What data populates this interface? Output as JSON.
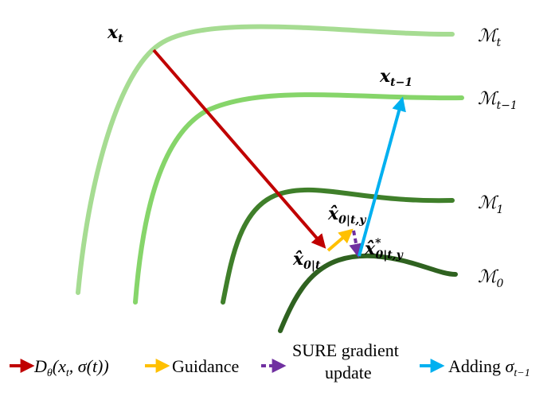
{
  "colors": {
    "manifold_t": "#a6dc92",
    "manifold_t1": "#86d56a",
    "manifold_1": "#3f7f2a",
    "manifold_0": "#2f6220",
    "denoiser_arrow": "#c00000",
    "guidance_arrow": "#ffc000",
    "sure_arrow": "#7030a0",
    "noise_arrow": "#00b0f0"
  },
  "points": {
    "x_t": {
      "base": "x",
      "sub": "t"
    },
    "x_t_minus_1": {
      "base": "x",
      "sub": "t−1"
    },
    "x0_hat": {
      "base": "x̂",
      "sub": "0|t"
    },
    "x0_hat_y": {
      "base": "x̂",
      "sub": "0|t,y"
    },
    "x0_hat_star": {
      "base": "x̂",
      "sup": "*",
      "sub": "0|t,y"
    }
  },
  "manifolds": {
    "m_t": {
      "base": "ℳ",
      "sub": "t"
    },
    "m_t1": {
      "base": "ℳ",
      "sub": "t−1"
    },
    "m_1": {
      "base": "ℳ",
      "sub": "1"
    },
    "m_0": {
      "base": "ℳ",
      "sub": "0"
    }
  },
  "legend": {
    "denoiser": {
      "base": "D",
      "sub": "θ",
      "args": "(x",
      "args_sub": "t",
      "args_tail": ", σ(t))"
    },
    "guidance": "Guidance",
    "sure_line1": "SURE gradient",
    "sure_line2": "update",
    "adding": "Adding ",
    "adding_sigma": "σ",
    "adding_sub": "t−1"
  }
}
